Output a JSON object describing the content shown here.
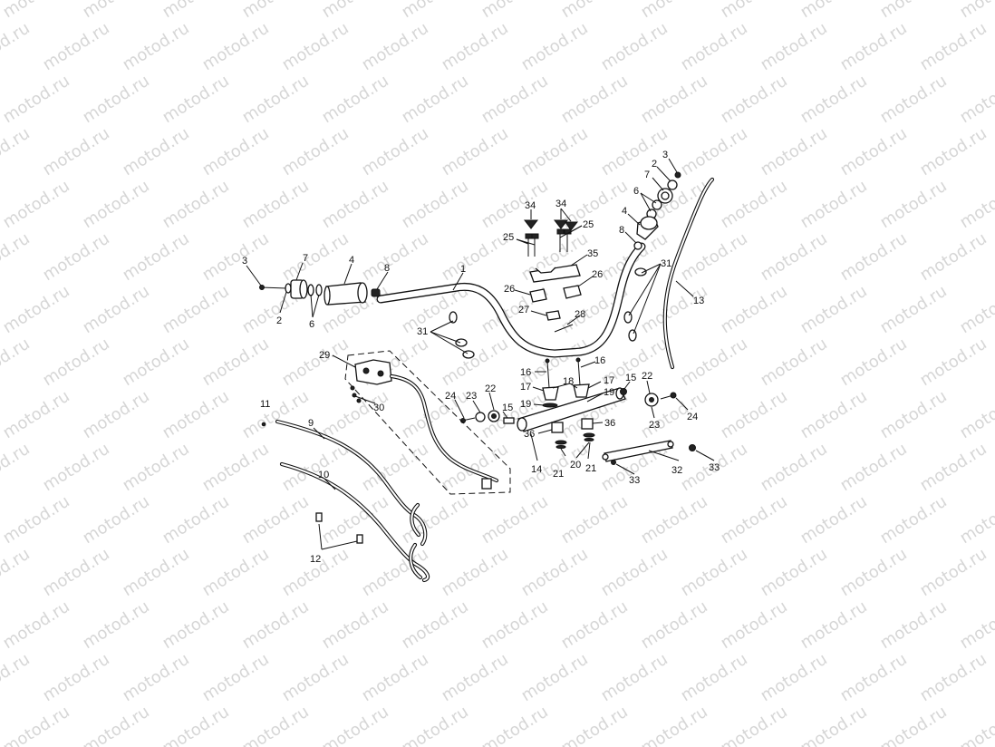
{
  "watermark": "motod.ru",
  "callouts": {
    "c1": "1",
    "c2a": "2",
    "c2b": "2",
    "c3a": "3",
    "c3b": "3",
    "c4a": "4",
    "c4b": "4",
    "c6a": "6",
    "c6b": "6",
    "c7a": "7",
    "c7b": "7",
    "c8a": "8",
    "c8b": "8",
    "c9": "9",
    "c10": "10",
    "c11": "11",
    "c12": "12",
    "c13": "13",
    "c14": "14",
    "c15a": "15",
    "c15b": "15",
    "c16a": "16",
    "c16b": "16",
    "c17a": "17",
    "c17b": "17",
    "c18": "18",
    "c19a": "19",
    "c19b": "19",
    "c20": "20",
    "c21a": "21",
    "c21b": "21",
    "c22a": "22",
    "c22b": "22",
    "c23a": "23",
    "c23b": "23",
    "c24a": "24",
    "c24b": "24",
    "c25a": "25",
    "c25b": "25",
    "c26a": "26",
    "c26b": "26",
    "c27": "27",
    "c28": "28",
    "c29": "29",
    "c30": "30",
    "c31a": "31",
    "c31b": "31",
    "c32": "32",
    "c33a": "33",
    "c33b": "33",
    "c34a": "34",
    "c34b": "34",
    "c35": "35",
    "c36a": "36",
    "c36b": "36"
  }
}
